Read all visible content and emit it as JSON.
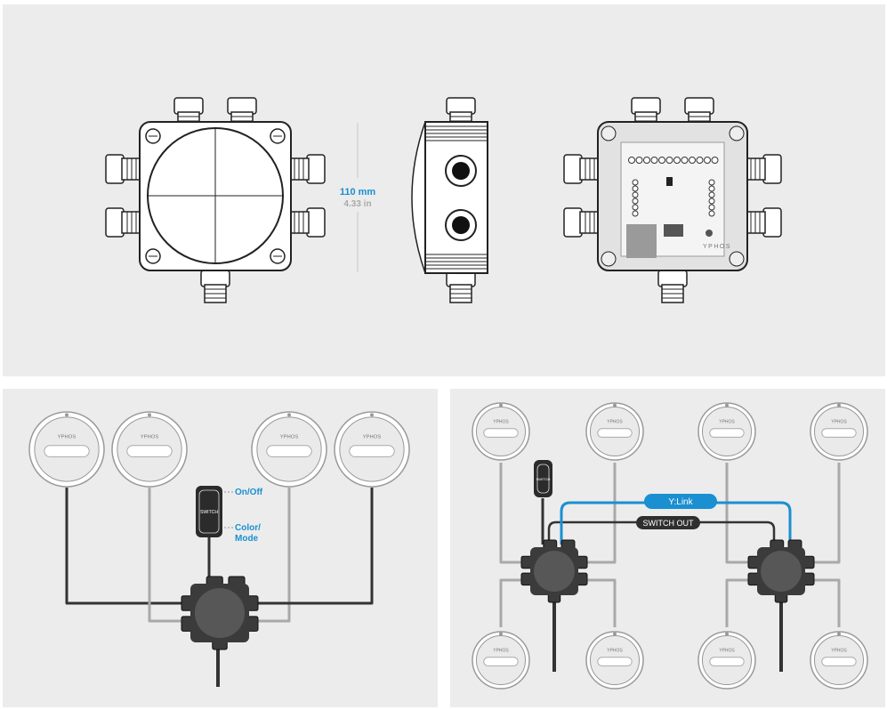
{
  "dimension": {
    "metric": "110 mm",
    "imperial": "4.33 in"
  },
  "brand": "YPHOS",
  "switch_text": "SWITCH",
  "single_setup": {
    "on_off_label": "On/Off",
    "color_mode_label_1": "Color/",
    "color_mode_label_2": "Mode"
  },
  "linked_setup": {
    "ylink_label": "Y:Link",
    "switch_out_label": "SWITCH OUT"
  },
  "colors": {
    "panel_bg": "#ececec",
    "accent_blue": "#1a8fd1",
    "dark": "#333333",
    "wire_grey": "#a9a9a9",
    "hub": "#3b3b3b"
  }
}
